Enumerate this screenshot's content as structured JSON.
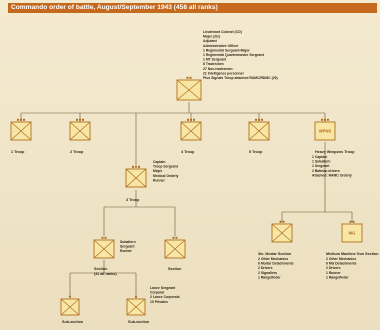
{
  "title": "Commando order of battle, August/September 1943 (458 all ranks)",
  "colors": {
    "header": "#c4691e",
    "symbol_fill": "#f8e6a6",
    "symbol_stroke": "#b0701e",
    "line": "#6b5435"
  },
  "hq": {
    "details": [
      "Lieutenant Colonel (CO)",
      "Major (2ic)",
      "Adjutant",
      "Administrative Officer",
      "1 Regimental Sergeant-Major",
      "1 Regimental Quartermaster Sergeant",
      "1 MT Sergeant",
      "8 Tradesmen",
      "27 Non-tradesmen",
      "21 Intelligence personnel",
      "Plus Signals Troop attached RAMC/RDMC (20)"
    ]
  },
  "troops": [
    {
      "label": "1 Troop"
    },
    {
      "label": "2 Troop"
    },
    {
      "label": "4 Troop"
    },
    {
      "label": "5 Troop"
    },
    {
      "label": "Heavy Weapons Troop",
      "symbol_text": "WPNS"
    }
  ],
  "troop3": {
    "label": "3 Troop",
    "details": [
      "Captain",
      "Troop Sergeant",
      "Major",
      "Medical Orderly",
      "Runner"
    ]
  },
  "heavy_weapons": {
    "details": [
      "1 Captain",
      "1 Subaltern",
      "1 Sergeant",
      "2 Batman-drivers",
      "Attached: RAMC Orderly"
    ]
  },
  "sections": {
    "main": {
      "label": "Section",
      "sublabel": "(31 all ranks)"
    },
    "side": {
      "label": "Section"
    },
    "main_details": [
      "Subaltern",
      "Sergeant",
      "Runner"
    ]
  },
  "subsections": {
    "left": {
      "label": "Sub-section"
    },
    "right": {
      "label": "Sub-section",
      "details": [
        "Lance Sergeant",
        "Corporal",
        "2 Lance Corporals",
        "10 Privates"
      ]
    }
  },
  "weapons_sections": {
    "mortar": {
      "label": "3in. Mortar Section",
      "details": [
        "2 Other Mechanics",
        "6 Mortar Detachments",
        "2 Drivers",
        "2 Signallers",
        "1 Rangefinder"
      ]
    },
    "mg": {
      "symbol_text": "MG",
      "label": "Medium Machine Gun Section",
      "details": [
        "2 Other Mechanics",
        "6 MG Detachments",
        "2 Drivers",
        "1 Runner",
        "1 Rangefinder"
      ]
    }
  }
}
